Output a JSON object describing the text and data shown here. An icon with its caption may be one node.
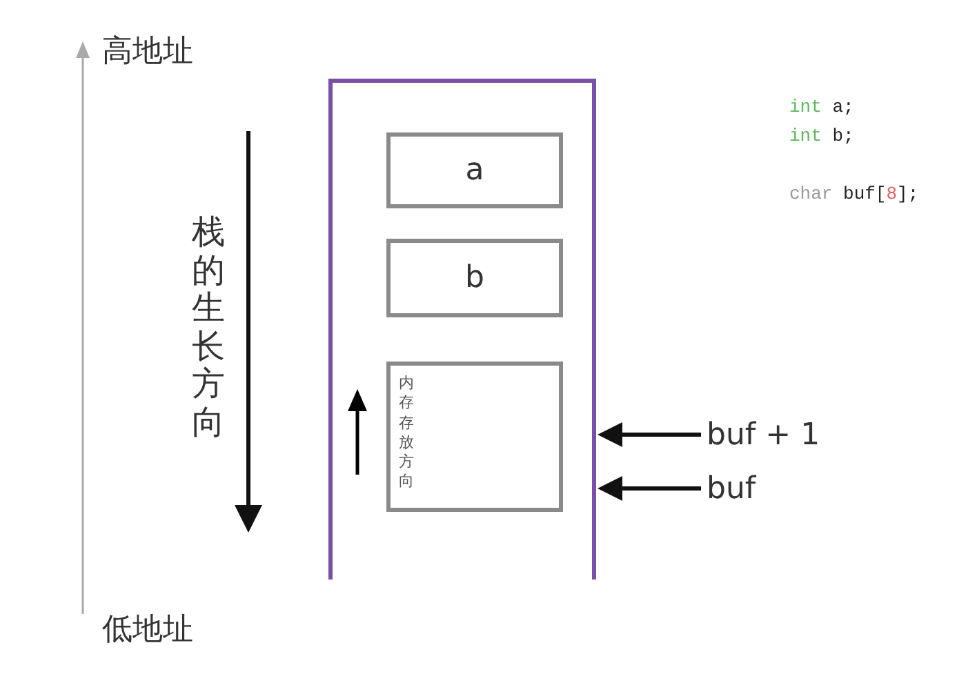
{
  "diagram": {
    "nodes": [
      {
        "text": [],
        "shape": "box"
      },
      {
        "text": [
          "a"
        ],
        "in": 0
      },
      {
        "text": [
          "b"
        ],
        "in": 0
      },
      {
        "text": [
          "内存存放方向"
        ],
        "in": 0
      },
      {
        "text": [
          "buf + 1"
        ]
      },
      {
        "text": [
          "buf"
        ]
      }
    ],
    "edges": [
      {
        "from": 4,
        "to": 0,
        "arrow": "to"
      },
      {
        "from": 5,
        "to": 0,
        "arrow": "to"
      }
    ],
    "labels": [
      "高地址",
      "栈的生长方向",
      "低地址",
      "int a;",
      "int b;",
      "char buf[8];"
    ]
  }
}
